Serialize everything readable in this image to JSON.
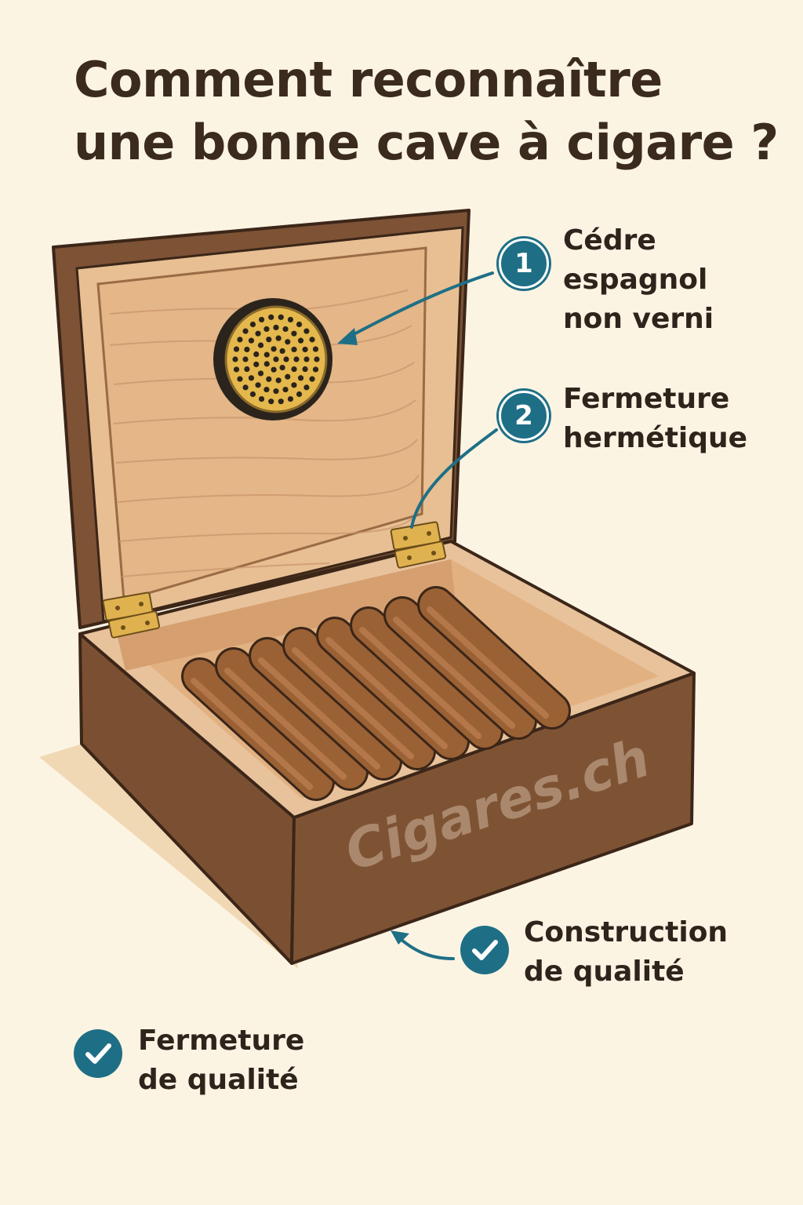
{
  "title": {
    "line1": "Comment reconnaître",
    "line2": "une bonne cave à cigare ?"
  },
  "callouts": [
    {
      "number": "1",
      "lines": [
        "Cédre",
        "espagnol",
        "non verni"
      ]
    },
    {
      "number": "2",
      "lines": [
        "Fermeture",
        "hermétique"
      ]
    }
  ],
  "checks": [
    {
      "icon": "check-icon",
      "lines": [
        "Construction",
        "de qualité"
      ]
    },
    {
      "icon": "check-icon",
      "lines": [
        "Fermeture",
        "de qualité"
      ]
    }
  ],
  "watermark": "Cigares.ch",
  "colors": {
    "background": "#fcf4e3",
    "accent": "#1e6f85",
    "wood_dark": "#7a5134",
    "cedar": "#e2b88d",
    "text": "#3b2a1e"
  }
}
